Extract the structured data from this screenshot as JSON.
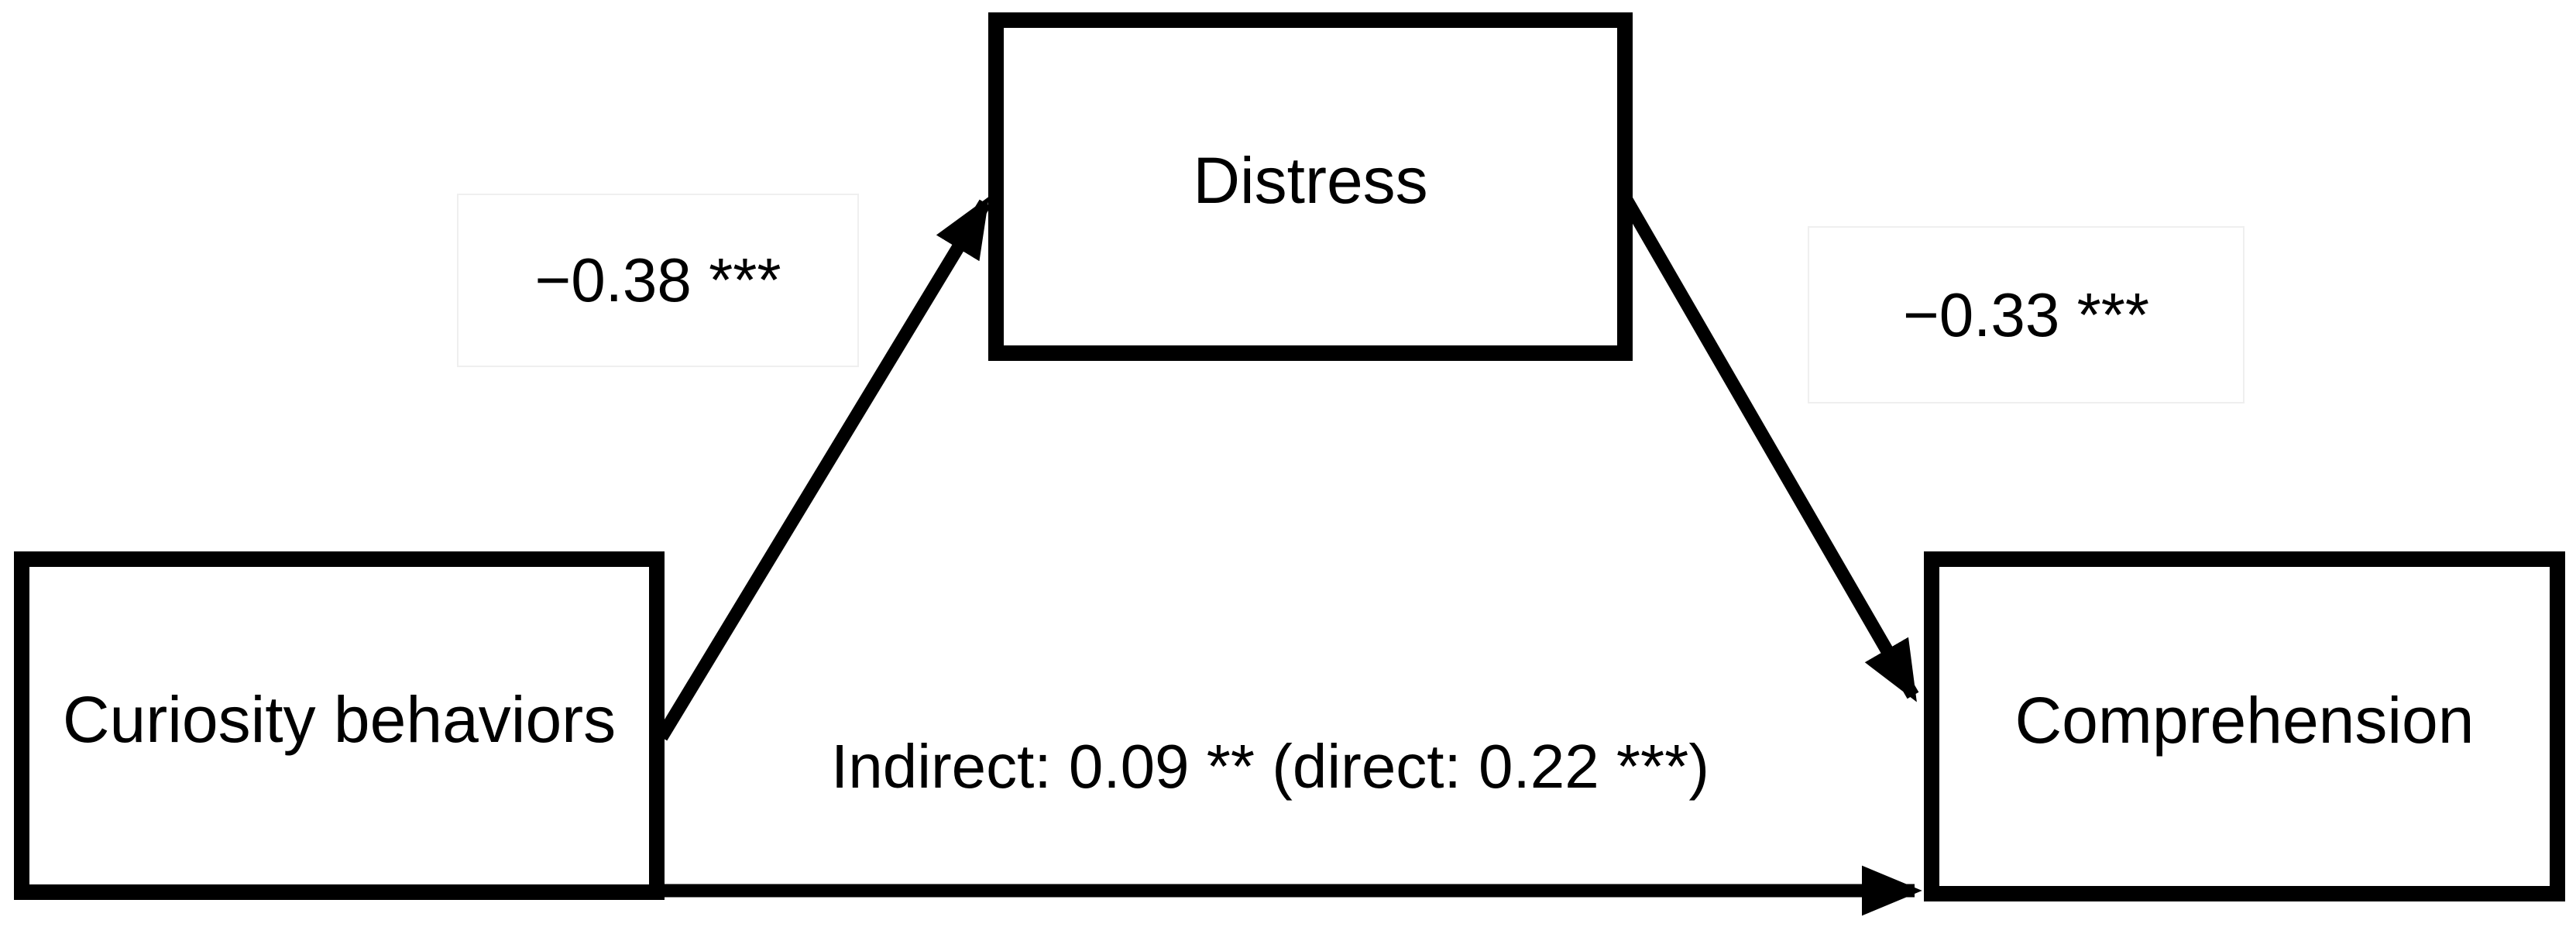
{
  "diagram": {
    "kind": "mediation-path-diagram",
    "colors": {
      "ink": "#000000",
      "background": "#ffffff",
      "label_box_border": "#efefef"
    }
  },
  "nodes": {
    "predictor": {
      "label": "Curiosity behaviors"
    },
    "mediator": {
      "label": "Distress"
    },
    "outcome": {
      "label": "Comprehension"
    }
  },
  "paths": {
    "a": {
      "from": "Curiosity behaviors",
      "to": "Distress",
      "label": "−0.38 ***"
    },
    "b": {
      "from": "Distress",
      "to": "Comprehension",
      "label": "−0.33 ***"
    },
    "c": {
      "from": "Curiosity behaviors",
      "to": "Comprehension",
      "label": "Indirect: 0.09 ** (direct: 0.22 ***)"
    }
  }
}
